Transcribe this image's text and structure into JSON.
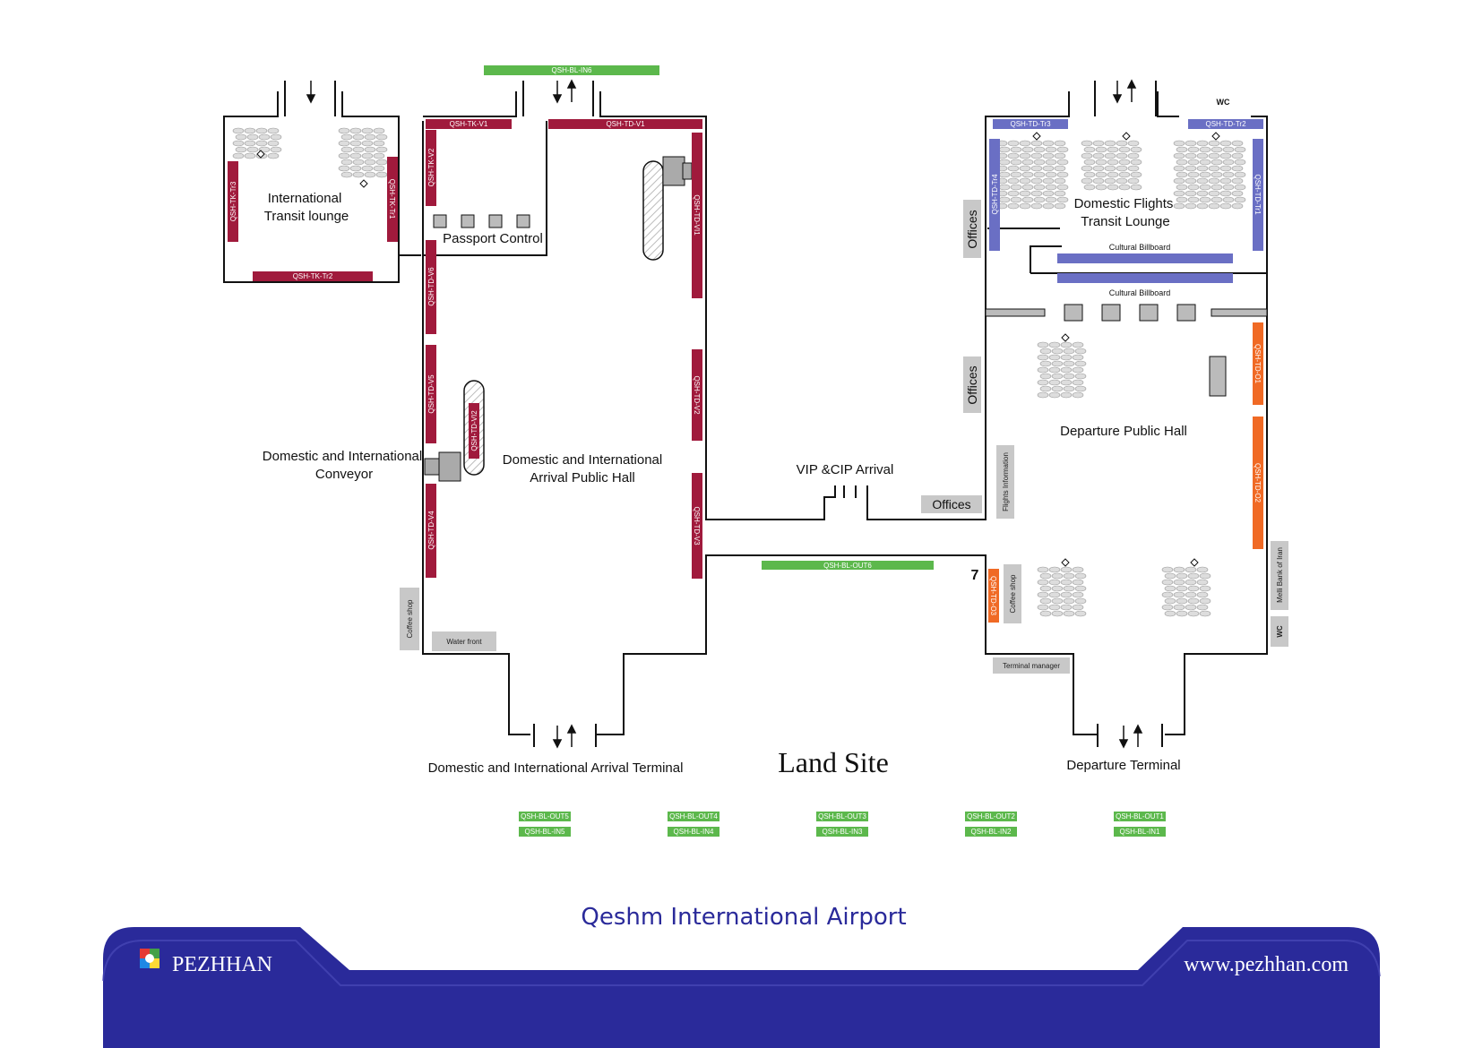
{
  "title": "Qeshm International Airport",
  "land_site": "Land Site",
  "brand": {
    "name": "PEZHHAN",
    "url": "www.pezhhan.com"
  },
  "colors": {
    "maroon": "#a01a3c",
    "green": "#5cb84c",
    "orange": "#f06a25",
    "blue": "#6a6fc4",
    "footer": "#2a2a9a",
    "grey": "#c8c8c8"
  },
  "areas": {
    "intl_transit": [
      "International",
      "Transit lounge"
    ],
    "passport": "Passport Control",
    "arrival_hall": [
      "Domestic and International",
      "Arrival Public Hall"
    ],
    "conveyor": [
      "Domestic and International",
      "Conveyor"
    ],
    "vip": "VIP &CIP Arrival",
    "domestic_transit": [
      "Domestic Flights",
      "Transit Lounge"
    ],
    "departure_hall": "Departure Public Hall",
    "arrival_terminal": "Domestic and International Arrival Terminal",
    "departure_terminal": "Departure Terminal"
  },
  "facilities": {
    "offices1": "Offices",
    "offices2": "Offices",
    "offices3": "Offices",
    "flights_info": "Flights Information",
    "billboard1": "Cultural Billboard",
    "billboard2": "Cultural Billboard",
    "coffee1": "Coffee shop",
    "coffee2": "Coffee shop",
    "water_front": "Water front",
    "terminal_manager": "Terminal manager",
    "melli": "Melli Bank of Iran",
    "wc1": "WC",
    "wc2": "WC",
    "seven": "7"
  },
  "billboards": {
    "tk_v1": "QSH-TK-V1",
    "td_v1": "QSH-TD-V1",
    "tk_v2": "QSH-TK-V2",
    "td_v6": "QSH-TD-V6",
    "td_v5": "QSH-TD-V5",
    "td_v4": "QSH-TD-V4",
    "td_vi2": "QSH-TD-VI2",
    "td_vi1": "QSH-TD-VI1",
    "td_v2": "QSH-TD-V2",
    "td_v3": "QSH-TD-V3",
    "tk_tr3": "QSH-TK-Tr3",
    "tk_tr1": "QSH-TK-Tr1",
    "tk_tr2": "QSH-TK-Tr2",
    "td_tr3": "QSH-TD-Tr3",
    "td_tr2": "QSH-TD-Tr2",
    "td_tr4": "QSH-TD-Tr4",
    "td_tr1": "QSH-TD-Tr1",
    "td_o1": "QSH-TD-O1",
    "td_o2": "QSH-TD-O2",
    "td_o3": "QSH-TD-O3",
    "bl_in6": "QSH-BL-IN6",
    "bl_out6": "QSH-BL-OUT6",
    "bl_out5": "QSH-BL-OUT5",
    "bl_in5": "QSH-BL-IN5",
    "bl_out4": "QSH-BL-OUT4",
    "bl_in4": "QSH-BL-IN4",
    "bl_out3": "QSH-BL-OUT3",
    "bl_in3": "QSH-BL-IN3",
    "bl_out2": "QSH-BL-OUT2",
    "bl_in2": "QSH-BL-IN2",
    "bl_out1": "QSH-BL-OUT1",
    "bl_in1": "QSH-BL-IN1"
  }
}
